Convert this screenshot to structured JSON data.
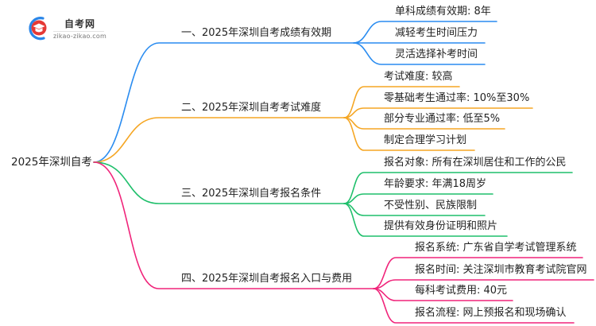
{
  "logo": {
    "name": "自考网",
    "url_text": "zikao-zikao.com",
    "colors": {
      "arc": "#2a86e8",
      "badge": "#e53935"
    }
  },
  "mindmap": {
    "root": "2025年深圳自考",
    "branches": [
      {
        "label": "一、2025年深圳自考成绩有效期",
        "color": "#2a8cf0",
        "children": [
          "单科成绩有效期: 8年",
          "减轻考生时间压力",
          "灵活选择补考时间"
        ]
      },
      {
        "label": "二、2025年深圳自考考试难度",
        "color": "#f5a623",
        "children": [
          "考试难度: 较高",
          "零基础考生通过率: 10%至30%",
          "部分专业通过率: 低至5%",
          "制定合理学习计划"
        ]
      },
      {
        "label": "三、2025年深圳自考报名条件",
        "color": "#1fbf6b",
        "children": [
          "报名对象: 所有在深圳居住和工作的公民",
          "年龄要求: 年满18周岁",
          "不受性别、民族限制",
          "提供有效身份证明和照片"
        ]
      },
      {
        "label": "四、2025年深圳自考报名入口与费用",
        "color": "#f0247a",
        "children": [
          "报名系统: 广东省自学考试管理系统",
          "报名时间: 关注深圳市教育考试院官网",
          "每科考试费用: 40元",
          "报名流程: 网上预报名和现场确认"
        ]
      }
    ]
  }
}
